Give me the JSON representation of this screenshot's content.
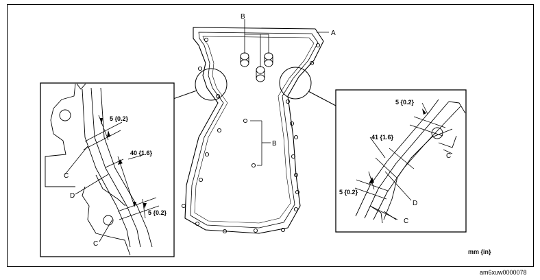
{
  "labels": {
    "a": "A",
    "b_top": "B",
    "b_mid": "B",
    "c_left_1": "C",
    "c_left_2": "C",
    "d_left": "D",
    "c_right_1": "C",
    "c_right_2": "C",
    "d_right": "D"
  },
  "dimensions": {
    "left_top": "5 {0.2}",
    "left_mid": "40 {1.6}",
    "left_bottom": "5 {0.2}",
    "right_top": "5 {0.2}",
    "right_mid": "41 {1.6}",
    "right_bottom": "5 {0.2}"
  },
  "units": "mm {in}",
  "figure_code": "am6xuw0000078"
}
